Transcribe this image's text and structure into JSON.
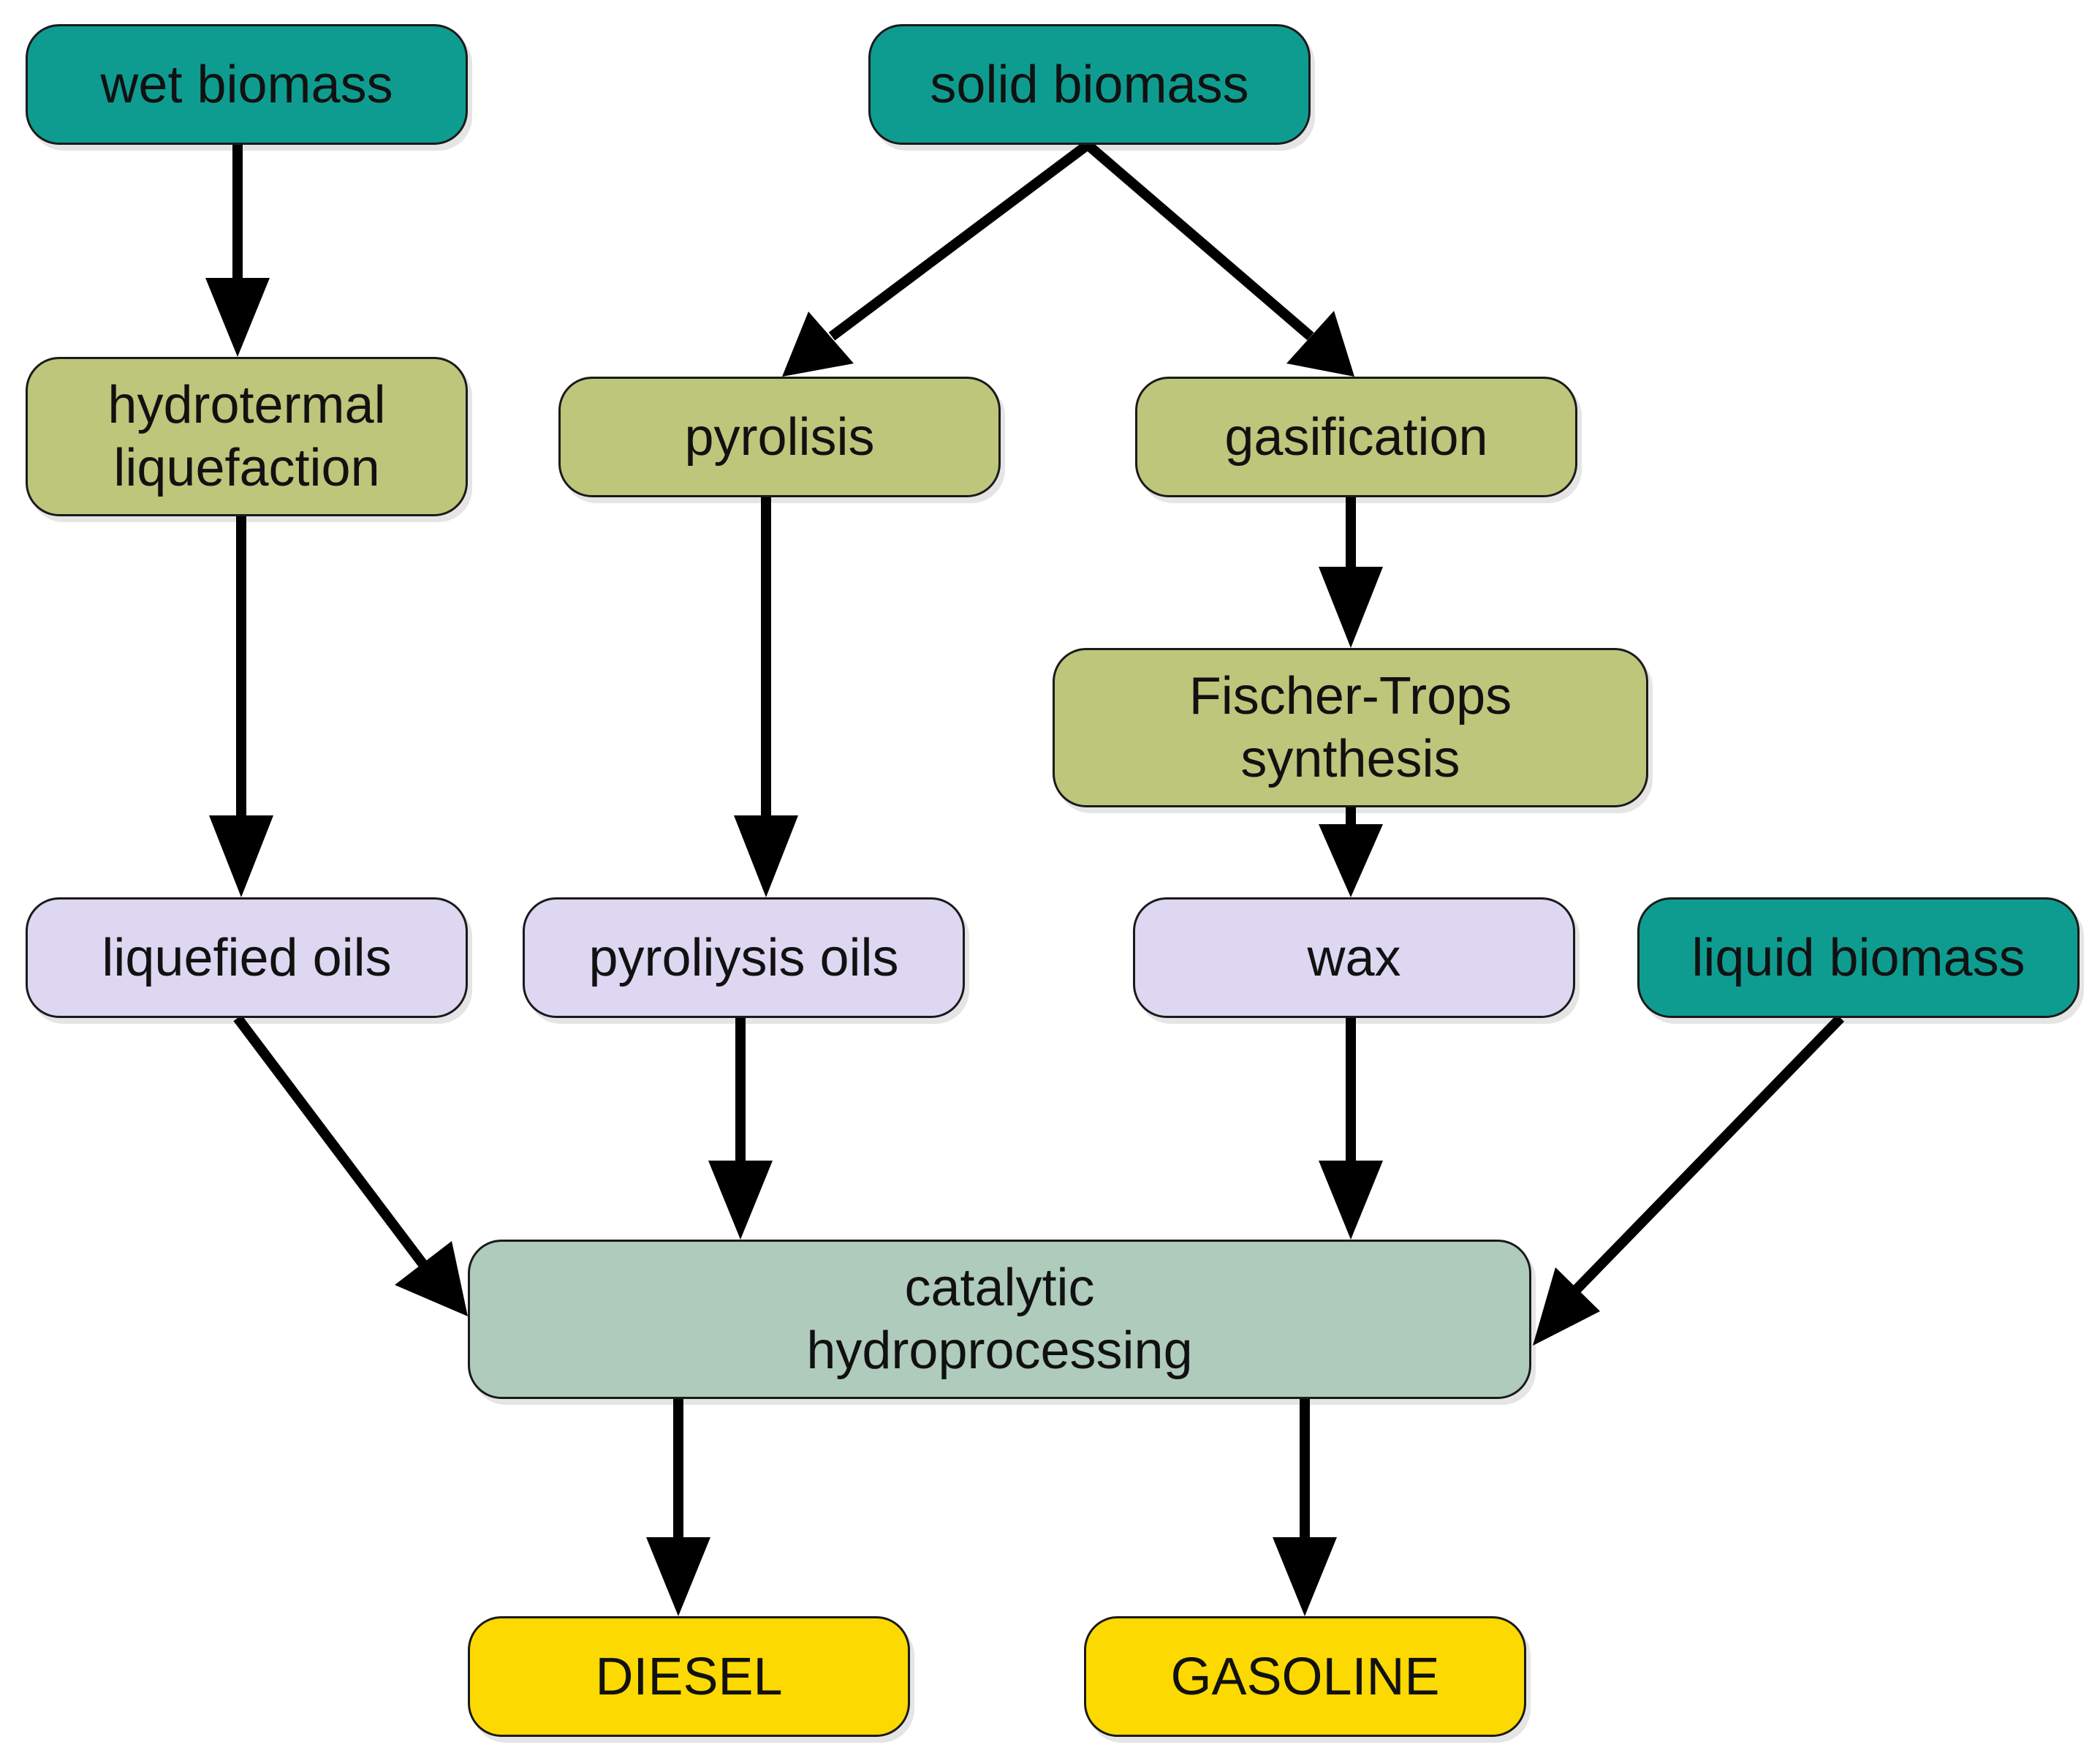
{
  "nodes": {
    "wet_biomass": "wet biomass",
    "solid_biomass": "solid biomass",
    "hydrotermal": "hydrotermal\nliquefaction",
    "pyrolisis": "pyrolisis",
    "gasification": "gasification",
    "fischer": "Fischer-Trops\nsynthesis",
    "liquefied_oils": "liquefied oils",
    "pyrolysis_oils": "pyroliysis oils",
    "wax": "wax",
    "liquid_biomass": "liquid biomass",
    "catalytic": "catalytic\nhydroprocessing",
    "diesel": "DIESEL",
    "gasoline": "GASOLINE"
  },
  "colors": {
    "feedstock": "#0f9c90",
    "process": "#bdc67a",
    "intermediate": "#ddd7f2",
    "hydroprocessing": "#afcbbb",
    "product": "#fcd900",
    "arrow": "#000000"
  },
  "edges": [
    {
      "from": "wet biomass",
      "to": "hydrotermal liquefaction"
    },
    {
      "from": "solid biomass",
      "to": "pyrolisis"
    },
    {
      "from": "solid biomass",
      "to": "gasification"
    },
    {
      "from": "hydrotermal liquefaction",
      "to": "liquefied oils"
    },
    {
      "from": "pyrolisis",
      "to": "pyroliysis oils"
    },
    {
      "from": "gasification",
      "to": "Fischer-Trops synthesis"
    },
    {
      "from": "Fischer-Trops synthesis",
      "to": "wax"
    },
    {
      "from": "liquefied oils",
      "to": "catalytic hydroprocessing"
    },
    {
      "from": "pyroliysis oils",
      "to": "catalytic hydroprocessing"
    },
    {
      "from": "wax",
      "to": "catalytic hydroprocessing"
    },
    {
      "from": "liquid biomass",
      "to": "catalytic hydroprocessing"
    },
    {
      "from": "catalytic hydroprocessing",
      "to": "DIESEL"
    },
    {
      "from": "catalytic hydroprocessing",
      "to": "GASOLINE"
    }
  ]
}
